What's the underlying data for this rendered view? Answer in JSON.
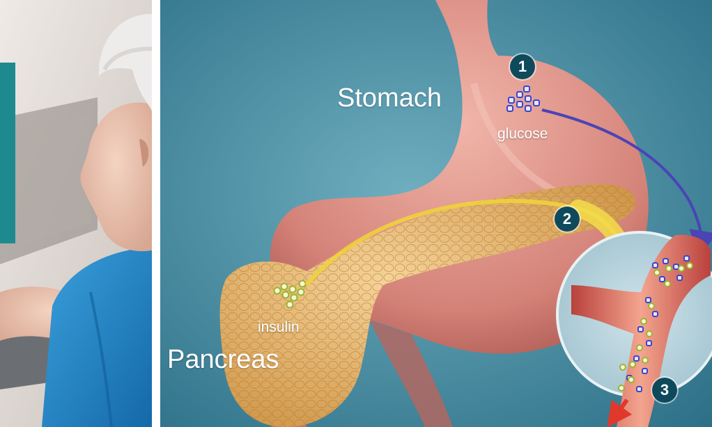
{
  "labels": {
    "stomach": "Stomach",
    "pancreas": "Pancreas",
    "glucose": "glucose",
    "insulin": "insulin"
  },
  "steps": [
    "1",
    "2",
    "3"
  ],
  "colors": {
    "background": "#2f7f97",
    "stomach": "#d98a82",
    "pancreas": "#e6b16a",
    "glucose_arrow": "#5a4fc0",
    "insulin_arrow": "#f0d23c",
    "exit_arrow": "#e0382b",
    "badge": "#0e4a5c",
    "shirt": "#1e86c8"
  }
}
